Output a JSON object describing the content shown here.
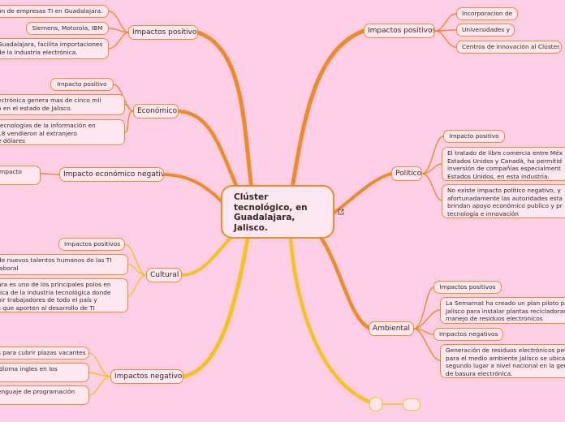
{
  "central": {
    "lines": [
      "Clúster",
      "tecnológico, en",
      "Guadalajara,",
      "Jalisco."
    ]
  },
  "branches": {
    "impactos_positivos_left": {
      "label": "Impactos positivos",
      "items": [
        [
          "ón de empresas TI en Guadalajara."
        ],
        [
          "Siemens, Motorola, IBM"
        ],
        [
          "Guadalajara, facilita importaciones",
          "de la industria electrónica."
        ]
      ]
    },
    "economico": {
      "label": "Económico",
      "items": [
        [
          "Impacto positivo"
        ],
        [
          "ectrónica  genera mas de cinco mil",
          "o en el estado de Jalisco."
        ],
        [
          "tecnologías de la información en",
          "18 vendieron al extranjero",
          "e dólares"
        ]
      ]
    },
    "economico_negativo": {
      "label": "Impacto económico negativo",
      "items": [
        [
          "impacto"
        ]
      ]
    },
    "cultural": {
      "label": "Cultural",
      "items": [
        [
          "Impactos positivos"
        ],
        [
          "de nuevos talentos humanos de las TI",
          "laboral"
        ],
        [
          "ara es uno de los principales polos en",
          "rica de la industria tecnológica donde",
          "bir trabajadores de todo el país y",
          "s que aporten al desarrollo de TI"
        ]
      ]
    },
    "impactos_negativos": {
      "label": "Impactos negativos",
      "items": [
        [
          "s para cubrir plazas vacantes"
        ],
        [
          "idioma ingles en los"
        ],
        [
          "enguaje de programación"
        ]
      ]
    },
    "impactos_positivos_right": {
      "label": "Impactos positivos",
      "items": [
        [
          "Incorporacion de"
        ],
        [
          "Universidades y"
        ],
        [
          "Centros de innovación al Clúster."
        ]
      ]
    },
    "politico": {
      "label": "Político",
      "items": [
        [
          "Impacto positivo"
        ],
        [
          "El tratado de libre comercia entre Méx",
          "Estados Unidos y Canadá, ha permitid",
          "inversión de compañías  especialment",
          "Estados Unidos, en esta industria."
        ],
        [
          "No existe impacto político negativo, y",
          "afortunadamente las autoridades esta",
          "brindan apoyo económico publico y pr",
          "tecnología e innovación"
        ]
      ]
    },
    "ambiental": {
      "label": "Ambiental",
      "items": [
        [
          "Impactos positivos"
        ],
        [
          "La Semarnat ha creado un plan piloto pa",
          "Jalisco para instalar plantas recicladoras",
          "manejo de residuos electronicos"
        ],
        [
          "Impactos negativos"
        ],
        [
          "Generación de residuos electrónicos pelig",
          "para el medio ambiente Jalisco se ubica e",
          "segundo lugar a nivel nacional en la gene",
          "de basura electrónica."
        ]
      ]
    },
    "empty": {
      "label": "",
      "items": [
        [
          ""
        ]
      ]
    }
  },
  "colors": {
    "background": "#fccfe7",
    "line": "#f08a24",
    "line_lower": "#f7c21a",
    "node_fill": "#fde7f1"
  }
}
